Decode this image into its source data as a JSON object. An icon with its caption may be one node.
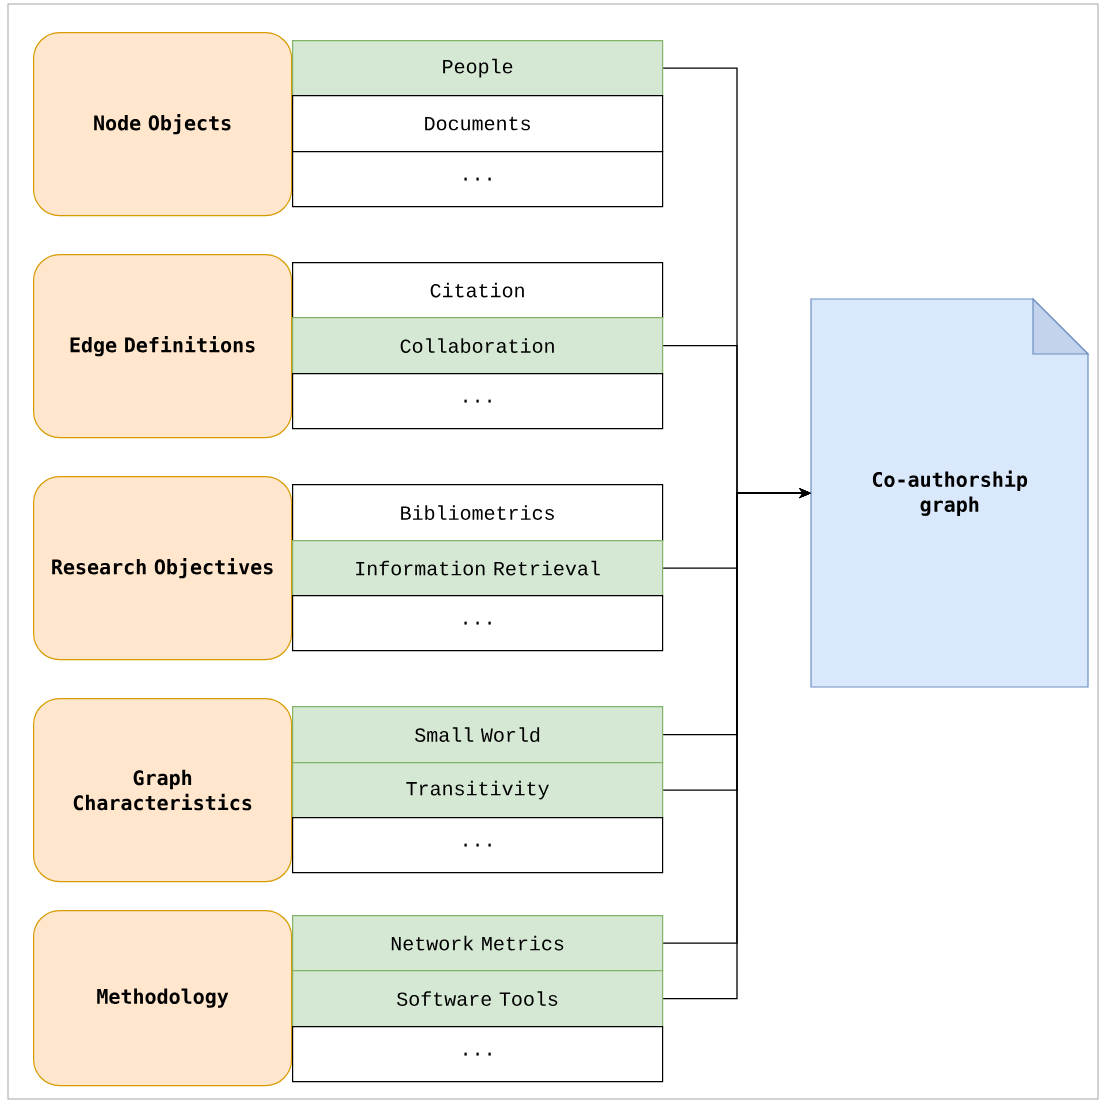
{
  "diagram": {
    "nodes": [
      {
        "text": [
          "Node Objects"
        ]
      },
      {
        "text": [
          "People"
        ]
      },
      {
        "text": [
          "Documents"
        ]
      },
      {
        "text": [
          "..."
        ]
      },
      {
        "text": [
          "Edge Definitions"
        ]
      },
      {
        "text": [
          "Citation"
        ]
      },
      {
        "text": [
          "Collaboration"
        ]
      },
      {
        "text": [
          "..."
        ]
      },
      {
        "text": [
          "Research Objectives"
        ]
      },
      {
        "text": [
          "Bibliometrics"
        ]
      },
      {
        "text": [
          "Information Retrieval"
        ]
      },
      {
        "text": [
          "..."
        ]
      },
      {
        "text": [
          "Graph Characteristics"
        ]
      },
      {
        "text": [
          "Small World"
        ]
      },
      {
        "text": [
          "Transitivity"
        ]
      },
      {
        "text": [
          "..."
        ]
      },
      {
        "text": [
          "Methodology"
        ]
      },
      {
        "text": [
          "Network Metrics"
        ]
      },
      {
        "text": [
          "Software Tools"
        ]
      },
      {
        "text": [
          "..."
        ]
      },
      {
        "text": [
          "Co-authorship graph"
        ]
      }
    ],
    "edges": [
      {
        "from": 1,
        "to": 20,
        "arrow": "to"
      },
      {
        "from": 6,
        "to": 20,
        "arrow": "to"
      },
      {
        "from": 10,
        "to": 20,
        "arrow": "to"
      },
      {
        "from": 13,
        "to": 20,
        "arrow": "to"
      },
      {
        "from": 14,
        "to": 20,
        "arrow": "to"
      },
      {
        "from": 17,
        "to": 20,
        "arrow": "to"
      },
      {
        "from": 18,
        "to": 20,
        "arrow": "to"
      }
    ]
  }
}
